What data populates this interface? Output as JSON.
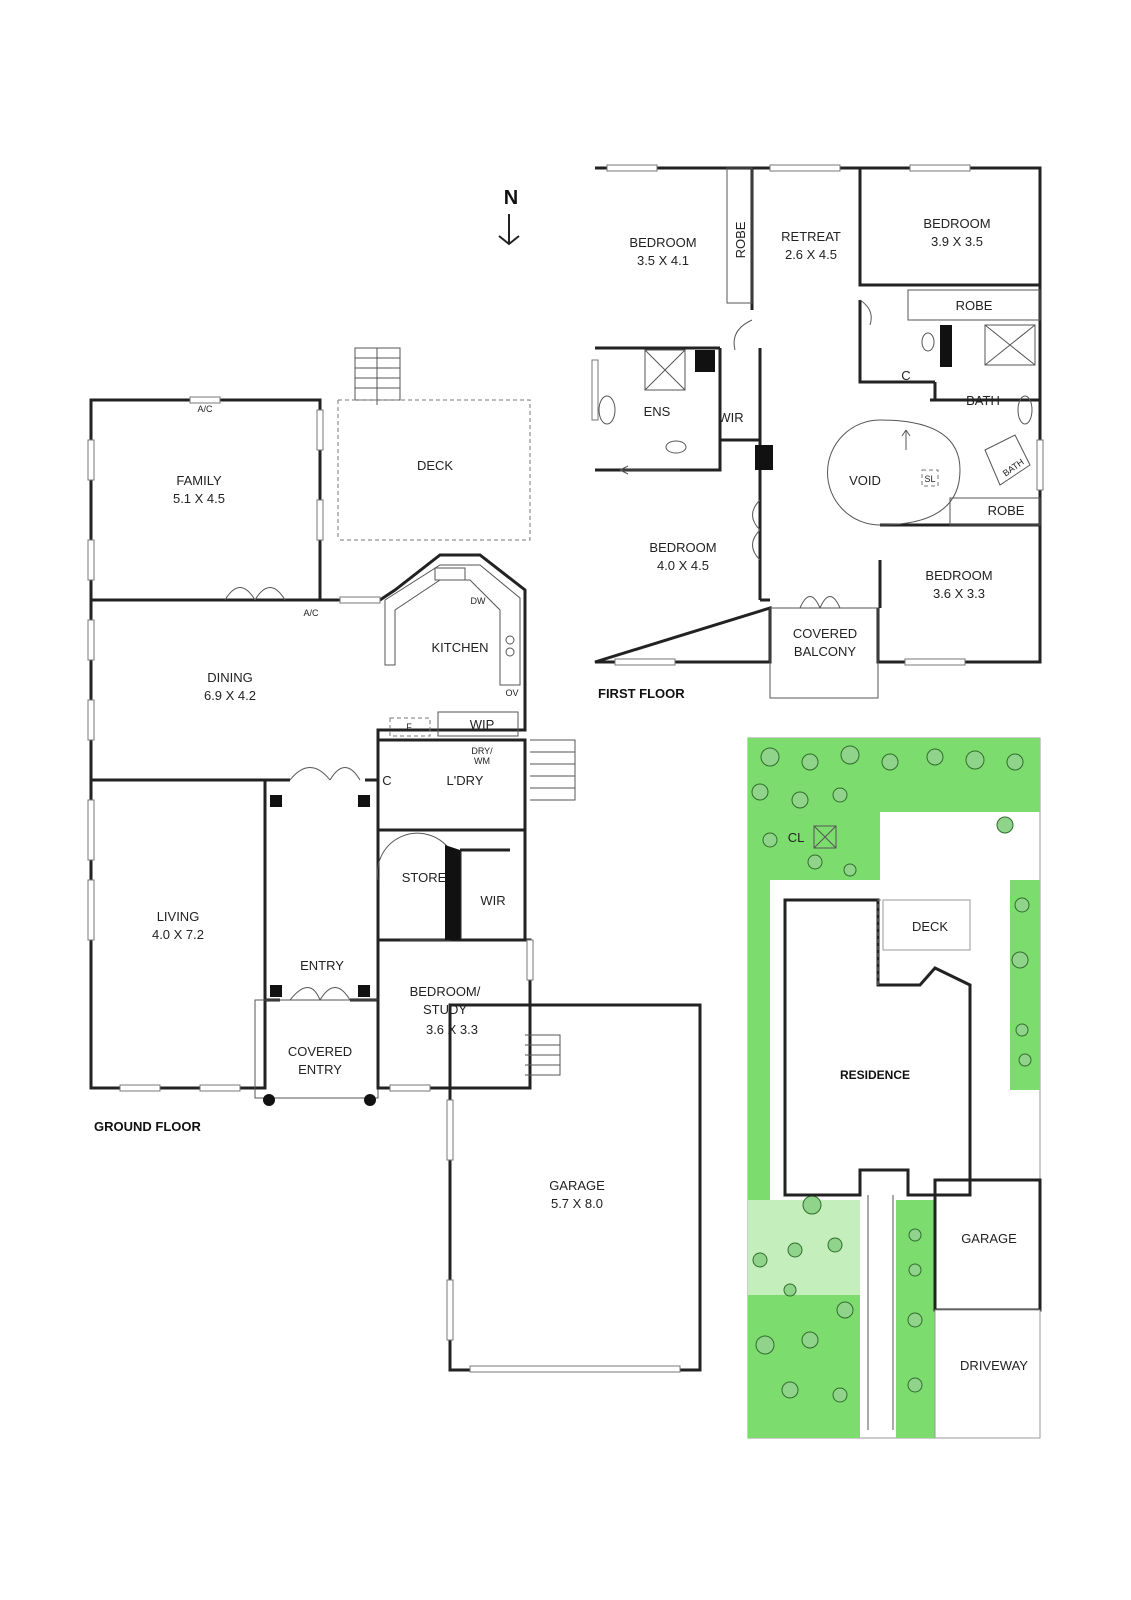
{
  "compass": {
    "label": "N"
  },
  "ground_floor": {
    "title": "GROUND FLOOR",
    "rooms": {
      "family": {
        "name": "FAMILY",
        "dims": "5.1 X 4.5"
      },
      "deck": {
        "name": "DECK"
      },
      "dining": {
        "name": "DINING",
        "dims": "6.9 X 4.2"
      },
      "kitchen": {
        "name": "KITCHEN"
      },
      "living": {
        "name": "LIVING",
        "dims": "4.0 X 7.2"
      },
      "entry": {
        "name": "ENTRY"
      },
      "covered_entry": {
        "name": "COVERED",
        "name2": "ENTRY"
      },
      "wip": {
        "name": "WIP"
      },
      "laundry": {
        "name": "L'DRY"
      },
      "store": {
        "name": "STORE"
      },
      "wir": {
        "name": "WIR"
      },
      "bedroom_study": {
        "name": "BEDROOM/",
        "name2": "STUDY",
        "dims": "3.6 X 3.3"
      },
      "garage": {
        "name": "GARAGE",
        "dims": "5.7 X 8.0"
      }
    },
    "fixtures": {
      "ac_1": "A/C",
      "ac_2": "A/C",
      "dw": "DW",
      "ov": "OV",
      "fridge": "F",
      "dry": "DRY/",
      "wm": "WM",
      "cupboard": "C"
    }
  },
  "first_floor": {
    "title": "FIRST FLOOR",
    "rooms": {
      "bedroom_1": {
        "name": "BEDROOM",
        "dims": "3.5 X 4.1"
      },
      "robe_1": {
        "name": "ROBE"
      },
      "retreat": {
        "name": "RETREAT",
        "dims": "2.6 X 4.5"
      },
      "bedroom_2": {
        "name": "BEDROOM",
        "dims": "3.9 X 3.5"
      },
      "robe_2": {
        "name": "ROBE"
      },
      "ens": {
        "name": "ENS"
      },
      "wir": {
        "name": "WIR"
      },
      "cupboard": {
        "name": "C"
      },
      "bath": {
        "name": "BATH"
      },
      "bath_tub": {
        "name": "BATH"
      },
      "void": {
        "name": "VOID"
      },
      "skylight": {
        "name": "SL"
      },
      "robe_3": {
        "name": "ROBE"
      },
      "bedroom_3": {
        "name": "BEDROOM",
        "dims": "4.0 X 4.5"
      },
      "bedroom_4": {
        "name": "BEDROOM",
        "dims": "3.6 X 3.3"
      },
      "covered_balcony": {
        "name": "COVERED",
        "name2": "BALCONY"
      }
    }
  },
  "site_plan": {
    "residence": "RESIDENCE",
    "deck": "DECK",
    "garage": "GARAGE",
    "driveway": "DRIVEWAY",
    "clothesline": "CL"
  },
  "colors": {
    "wall": "#222222",
    "landscape": "#7ddc6e",
    "tree": "#8fd48a"
  }
}
